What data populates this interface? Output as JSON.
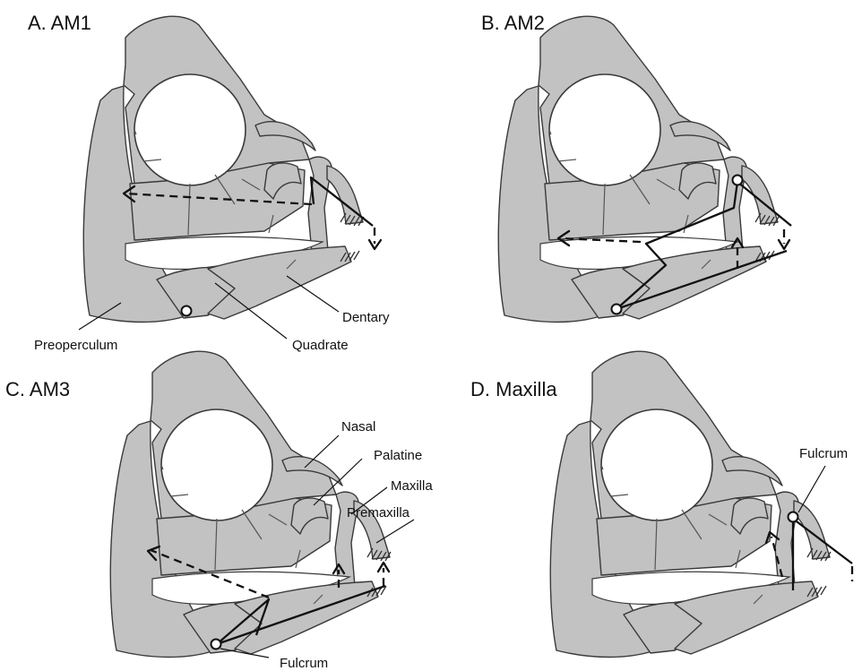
{
  "panels": [
    {
      "id": "A",
      "title": "A. AM1",
      "labels": {
        "preoperculum": "Preoperculum",
        "quadrate": "Quadrate",
        "dentary": "Dentary"
      }
    },
    {
      "id": "B",
      "title": "B. AM2"
    },
    {
      "id": "C",
      "title": "C. AM3",
      "labels": {
        "nasal": "Nasal",
        "palatine": "Palatine",
        "maxilla": "Maxilla",
        "premaxilla": "Premaxilla",
        "fulcrum": "Fulcrum"
      }
    },
    {
      "id": "D",
      "title": "D. Maxilla",
      "labels": {
        "fulcrum": "Fulcrum"
      }
    }
  ],
  "colors": {
    "bone_fill": "#c2c2c2",
    "outline": "#3a3a3a",
    "vector_line": "#111111"
  }
}
